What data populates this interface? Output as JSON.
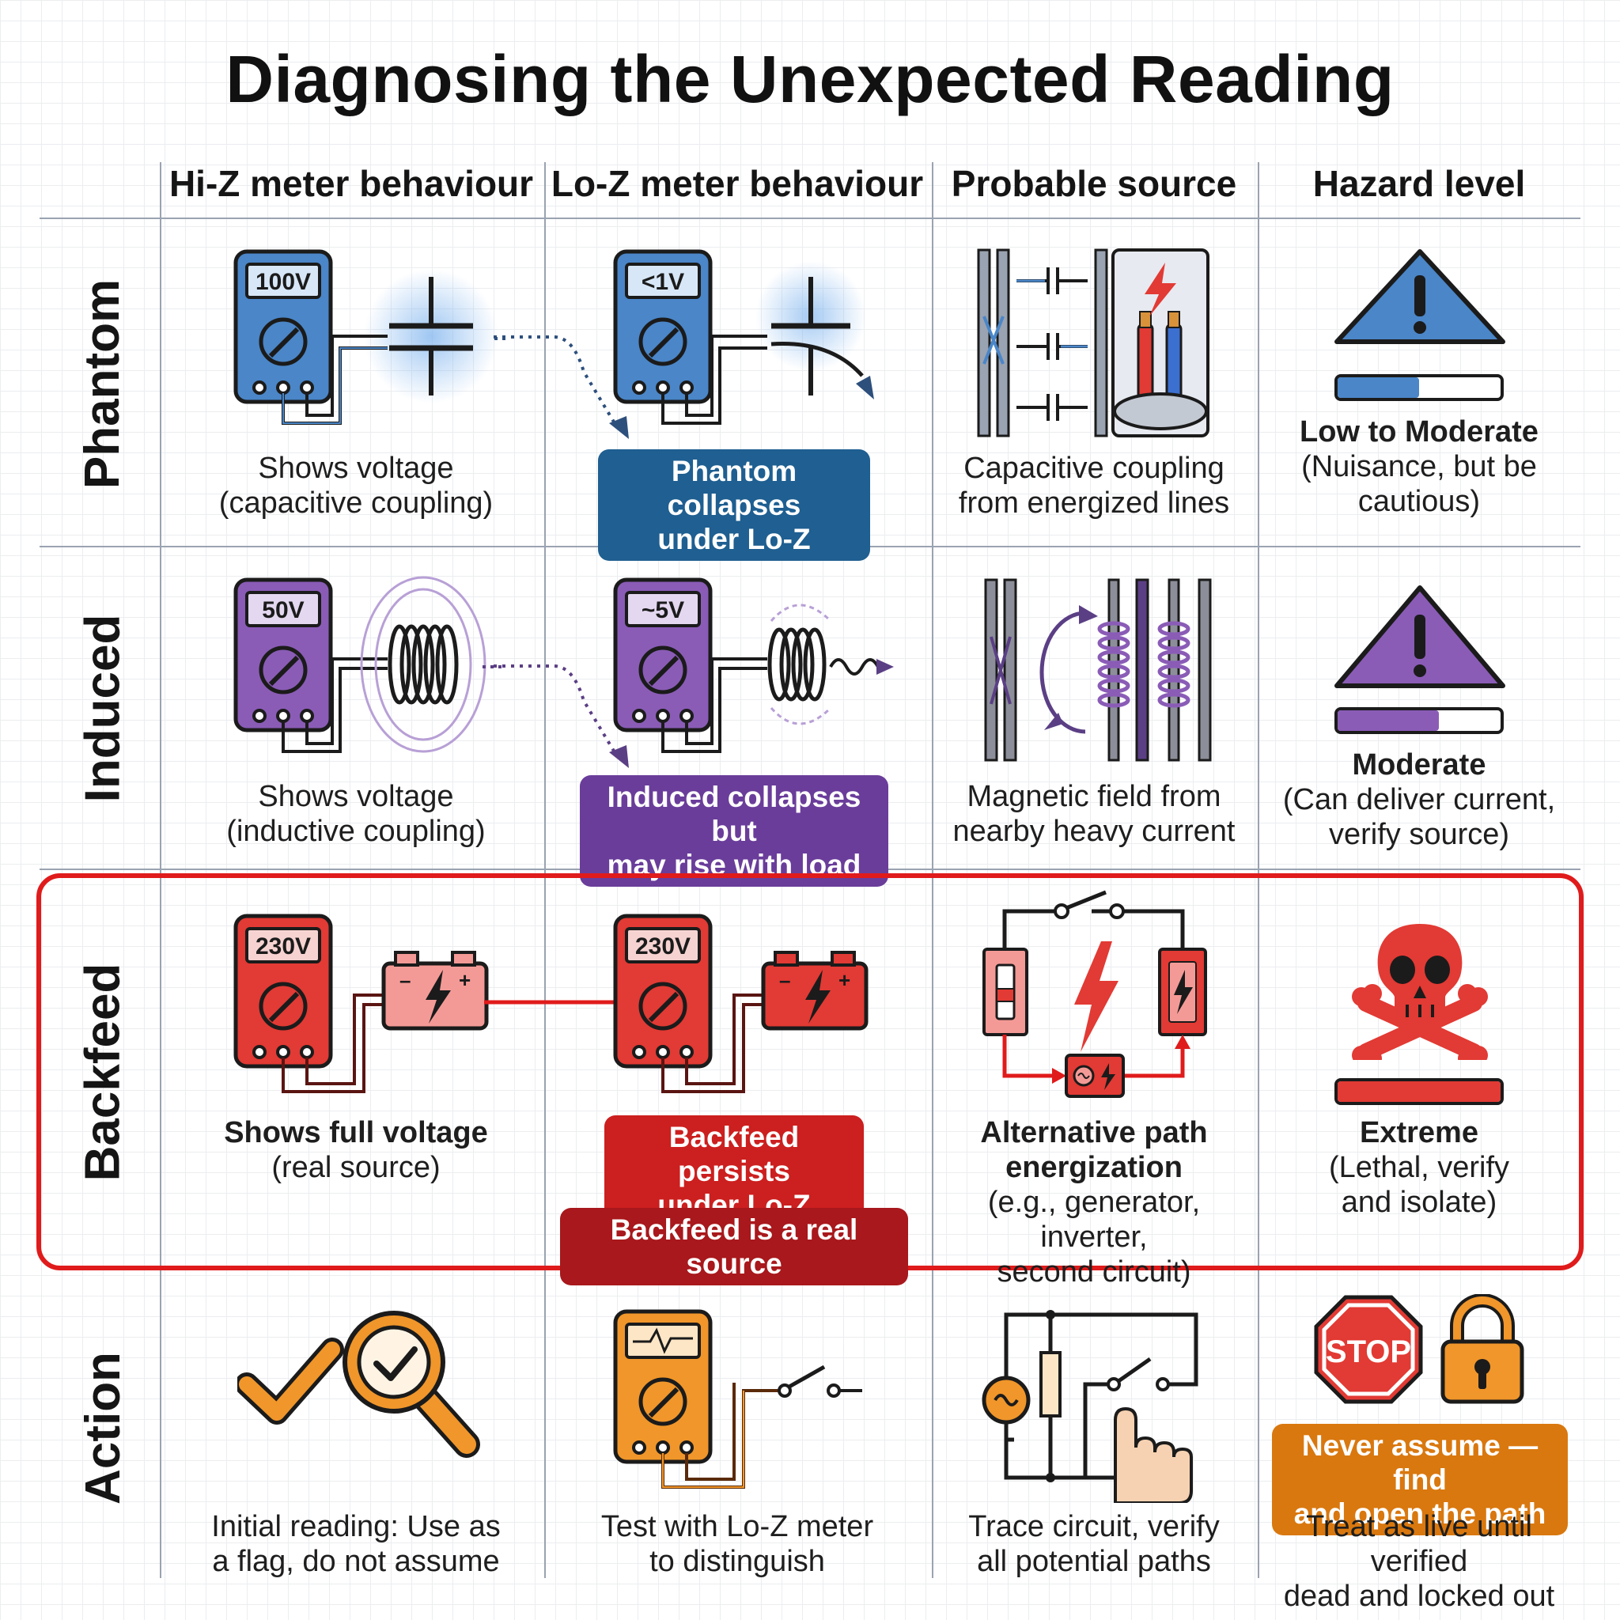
{
  "title": "Diagnosing the Unexpected Reading",
  "columns": [
    "Hi-Z meter behaviour",
    "Lo-Z meter behaviour",
    "Probable source",
    "Hazard level"
  ],
  "colors": {
    "phantom": "#4a86c8",
    "induced": "#8a5cb6",
    "backfeed": "#e23a34",
    "action": "#f0962a",
    "highlight": "#e01b1b"
  },
  "rows": [
    {
      "label": "Phantom",
      "hi_z": {
        "reading": "100V",
        "caption": [
          "Shows voltage",
          "(capacitive coupling)"
        ],
        "icon": "capacitor-icon"
      },
      "lo_z": {
        "reading": "<1V",
        "badge": [
          "Phantom collapses",
          "under Lo-Z"
        ]
      },
      "source": {
        "caption": [
          "Capacitive coupling",
          "from energized lines"
        ],
        "icon": "cable-coupling-icon"
      },
      "hazard": {
        "level": "Low to Moderate",
        "detail": [
          "(Nuisance, but be",
          "cautious)"
        ],
        "fill": 0.5,
        "icon": "warning-triangle-icon"
      }
    },
    {
      "label": "Induced",
      "hi_z": {
        "reading": "50V",
        "caption": [
          "Shows voltage",
          "(inductive coupling)"
        ],
        "icon": "coil-icon"
      },
      "lo_z": {
        "reading": "~5V",
        "badge": [
          "Induced collapses but",
          "may rise with load"
        ]
      },
      "source": {
        "caption": [
          "Magnetic field from",
          "nearby heavy current"
        ],
        "icon": "magnetic-field-icon"
      },
      "hazard": {
        "level": "Moderate",
        "detail": [
          "(Can deliver current,",
          "verify source)"
        ],
        "fill": 0.62,
        "icon": "warning-triangle-icon"
      }
    },
    {
      "label": "Backfeed",
      "hi_z": {
        "reading": "230V",
        "caption_bold": "Shows full voltage",
        "caption": [
          "(real source)"
        ],
        "icon": "battery-icon"
      },
      "lo_z": {
        "reading": "230V",
        "badge": [
          "Backfeed persists",
          "under Lo-Z"
        ],
        "badge2": "Backfeed is a real source"
      },
      "source": {
        "caption_bold": [
          "Alternative path",
          "energization"
        ],
        "caption": [
          "(e.g., generator, inverter,",
          "second circuit)"
        ],
        "icon": "generator-circuit-icon"
      },
      "hazard": {
        "level": "Extreme",
        "detail": [
          "(Lethal, verify",
          "and isolate)"
        ],
        "fill": 1.0,
        "icon": "skull-crossbones-icon"
      }
    },
    {
      "label": "Action",
      "hi_z": {
        "caption": [
          "Initial reading: Use as",
          "a flag, do not assume"
        ],
        "icon": "magnifier-check-icon"
      },
      "lo_z": {
        "caption": [
          "Test with Lo-Z meter",
          "to distinguish"
        ],
        "icon": "multimeter-switch-icon"
      },
      "source": {
        "caption": [
          "Trace circuit, verify",
          "all potential paths"
        ],
        "icon": "circuit-trace-icon"
      },
      "hazard": {
        "stop": "STOP",
        "badge": [
          "Never assume — find",
          "and open the path"
        ],
        "caption": [
          "Treat as live until verified",
          "dead and locked out"
        ],
        "icon": "padlock-icon"
      }
    }
  ]
}
